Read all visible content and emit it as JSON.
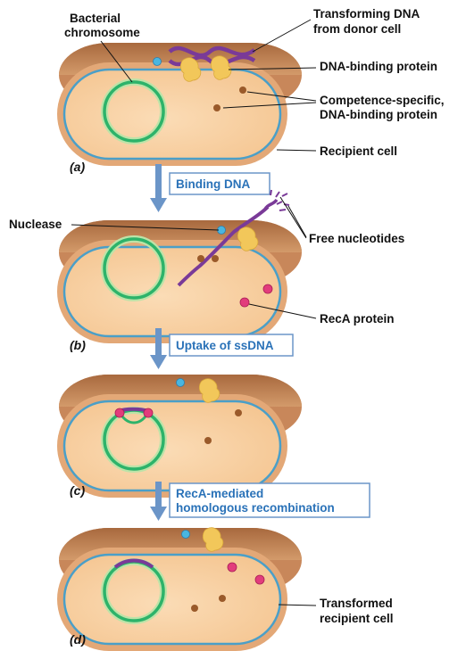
{
  "labels": {
    "bacterial_chromosome_1": "Bacterial",
    "bacterial_chromosome_2": "chromosome",
    "transforming_dna_1": "Transforming DNA",
    "transforming_dna_2": "from donor cell",
    "dna_binding_protein": "DNA-binding protein",
    "competence_1": "Competence-specific,",
    "competence_2": "DNA-binding protein",
    "recipient_cell": "Recipient cell",
    "nuclease": "Nuclease",
    "free_nucleotides": "Free nucleotides",
    "reca_protein": "RecA protein",
    "transformed_1": "Transformed",
    "transformed_2": "recipient cell"
  },
  "panels": {
    "a": "(a)",
    "b": "(b)",
    "c": "(c)",
    "d": "(d)"
  },
  "steps": {
    "step1": "Binding DNA",
    "step2": "Uptake of ssDNA",
    "step3_1": "RecA-mediated",
    "step3_2": "homologous recombination"
  },
  "colors": {
    "cell_outer": "#c8875a",
    "cell_wall_dark": "#a8693e",
    "cytoplasm": "#f7cfa2",
    "membrane": "#4a9fc8",
    "chromosome": "#2db36a",
    "chromosome_light": "#bde3a8",
    "donor_dna": "#7a3a98",
    "binding_protein": "#f2c75a",
    "competence_protein": "#9a5a2a",
    "reca": "#e23c7c",
    "nuclease": "#49b6e0",
    "arrow": "#6b95c8",
    "step_text": "#2a72b8"
  }
}
